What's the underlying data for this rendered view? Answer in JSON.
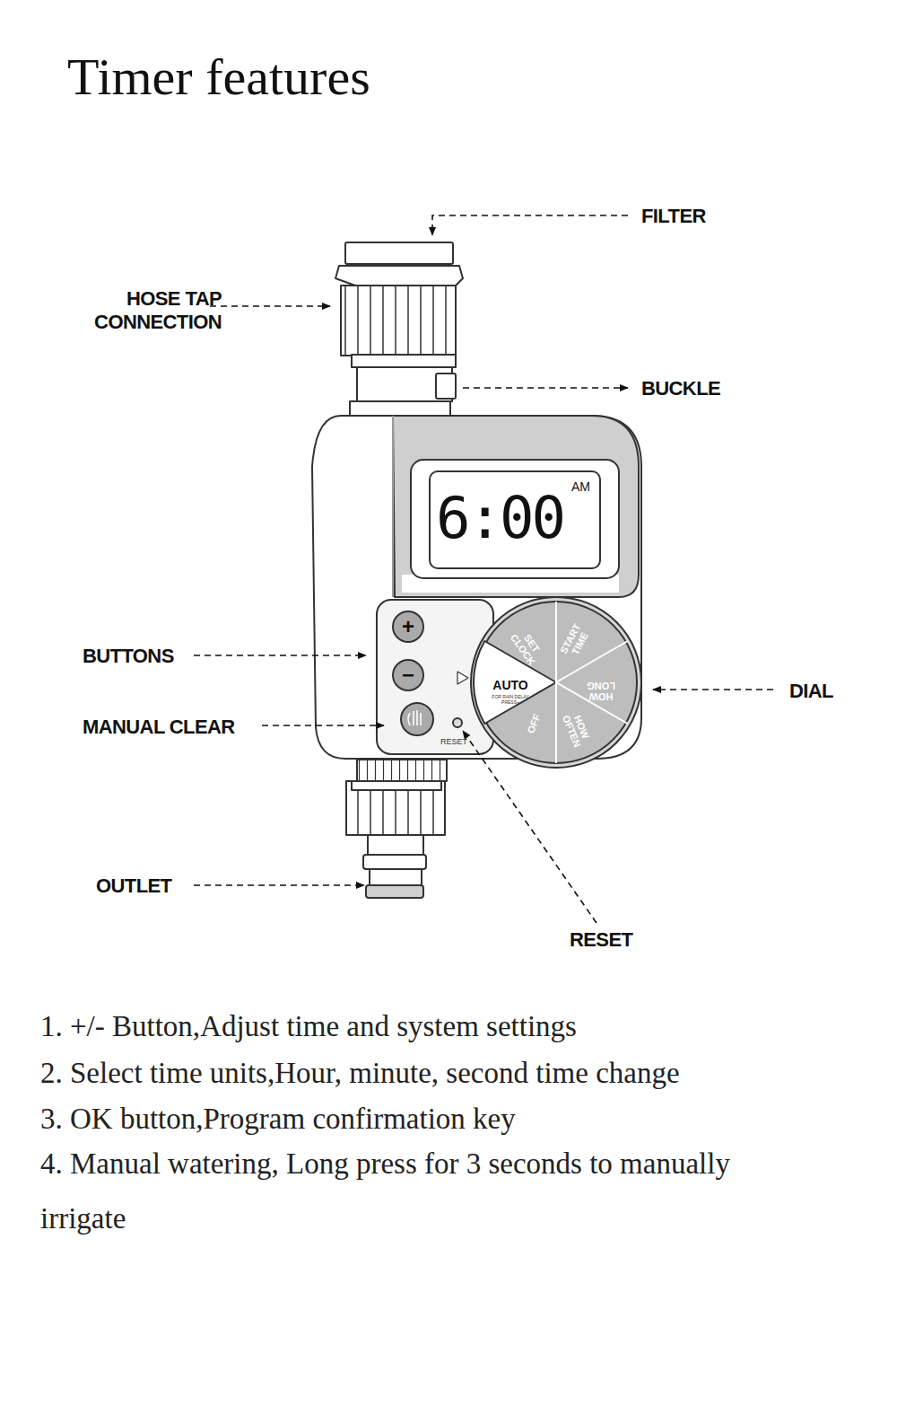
{
  "diagram": {
    "title": "Timer features",
    "nodes": [
      {
        "text": [
          "6:00",
          "AM"
        ]
      },
      {
        "text": [
          "+"
        ]
      },
      {
        "text": [
          "−"
        ]
      }
    ],
    "labels": [
      "FILTER",
      "HOSE TAP CONNECTION",
      "BUCKLE",
      "SET CLOCK",
      "START TIME",
      "AUTO",
      "FOR RAIN DELAY PRESS+",
      "HOW LONG",
      "BUTTONS",
      "DIAL",
      "OFF",
      "HOW OFTEN",
      "MANUAL CLEAR",
      "RESET",
      "OUTLET",
      "RESET",
      "1. +/- Button,Adjust time and system settings",
      "2. Select time units,Hour, minute, second time change",
      "3. OK button,Program confirmation key",
      "4. Manual watering, Long press for 3 seconds to manually irrigate"
    ]
  }
}
